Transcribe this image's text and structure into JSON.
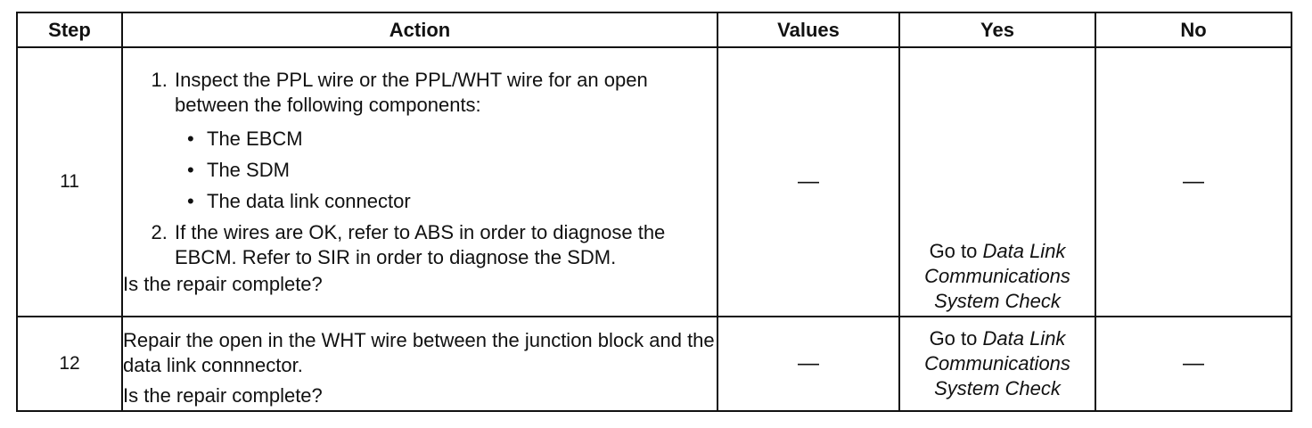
{
  "table": {
    "headers": {
      "step": "Step",
      "action": "Action",
      "values": "Values",
      "yes": "Yes",
      "no": "No"
    },
    "rows": [
      {
        "step": "11",
        "action": {
          "item1": "Inspect the PPL wire or the PPL/WHT wire for an open between the following components:",
          "components": [
            "The EBCM",
            "The SDM",
            "The data link connector"
          ],
          "item2": "If the wires are OK, refer to ABS in order to diagnose the EBCM. Refer to SIR in order to diagnose the SDM.",
          "question": "Is the repair complete?"
        },
        "values": "—",
        "yes": {
          "prefix": "Go to ",
          "link": "Data Link Communications System Check"
        },
        "no": "—"
      },
      {
        "step": "12",
        "action": {
          "text": "Repair the open in the WHT wire between the junction block and the data link connnector.",
          "question": "Is the repair complete?"
        },
        "values": "—",
        "yes": {
          "prefix": "Go to ",
          "link": "Data Link Communications System Check"
        },
        "no": "—"
      }
    ]
  }
}
